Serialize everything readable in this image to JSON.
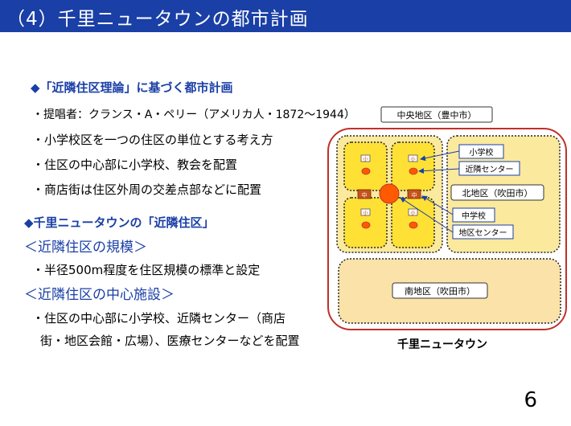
{
  "header": {
    "title": "（4）千里ニュータウンの都市計画"
  },
  "section1": {
    "heading": "◆「近隣住区理論」に基づく都市計画",
    "bullets": [
      "・提唱者：クランス・A・ペリー（アメリカ人・1872～1944）",
      "・小学校区を一つの住区の単位とする考え方",
      "・住区の中心部に小学校、教会を配置",
      "・商店街は住区外周の交差点部などに配置"
    ]
  },
  "section2": {
    "heading": "◆千里ニュータウンの「近隣住区」",
    "scale_heading": "＜近隣住区の規模＞",
    "scale_bullet": "・半径500m程度を住区規模の標準と設定",
    "facility_heading": "＜近隣住区の中心施設＞",
    "facility_bullet_line1": "・住区の中心部に小学校、近隣センター（商店",
    "facility_bullet_line2": "街・地区会館・広場）、医療センターなどを配置"
  },
  "diagram": {
    "central_label": "中央地区（豊中市）",
    "north_label": "北地区（吹田市）",
    "south_label": "南地区（吹田市）",
    "legend_school": "小学校",
    "legend_center": "近隣センター",
    "legend_middle_school": "中学校",
    "legend_district_center": "地区センター",
    "school_mark": "小",
    "middle_school_mark": "中",
    "caption": "千里ニュータウン",
    "colors": {
      "outer_border": "#c0302a",
      "block_fill": "#fbe99d",
      "unit_fill": "#ffe135",
      "south_fill": "#fbe2a8",
      "center_dot": "#ff5a00",
      "middle_school": "#c8531a",
      "title_blue": "#1a3fa6"
    }
  },
  "page_number": "6"
}
